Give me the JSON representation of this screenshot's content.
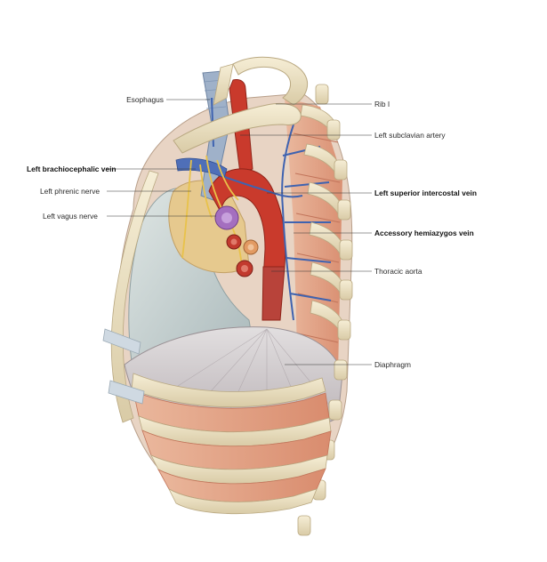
{
  "labels": {
    "esophagus": "Esophagus",
    "rib_1": "Rib I",
    "left_subclavian_artery": "Left subclavian artery",
    "left_brachiocephalic_vein": "Left brachiocephalic vein",
    "left_phrenic_nerve": "Left phrenic nerve",
    "left_superior_intercostal_vein": "Left superior intercostal vein",
    "left_vagus_nerve": "Left vagus nerve",
    "accessory_hemiazygos_vein": "Accessory hemiazygos vein",
    "thoracic_aorta": "Thoracic aorta",
    "diaphragm": "Diaphragm"
  },
  "colors": {
    "bone": "#ede2c4",
    "muscle": "#e3a386",
    "artery": "#c93a2c",
    "vein": "#3f63b0",
    "nerve": "#e8c24a",
    "pleura": "#b9c7c9",
    "diaphragm": "#c9c3c6"
  }
}
